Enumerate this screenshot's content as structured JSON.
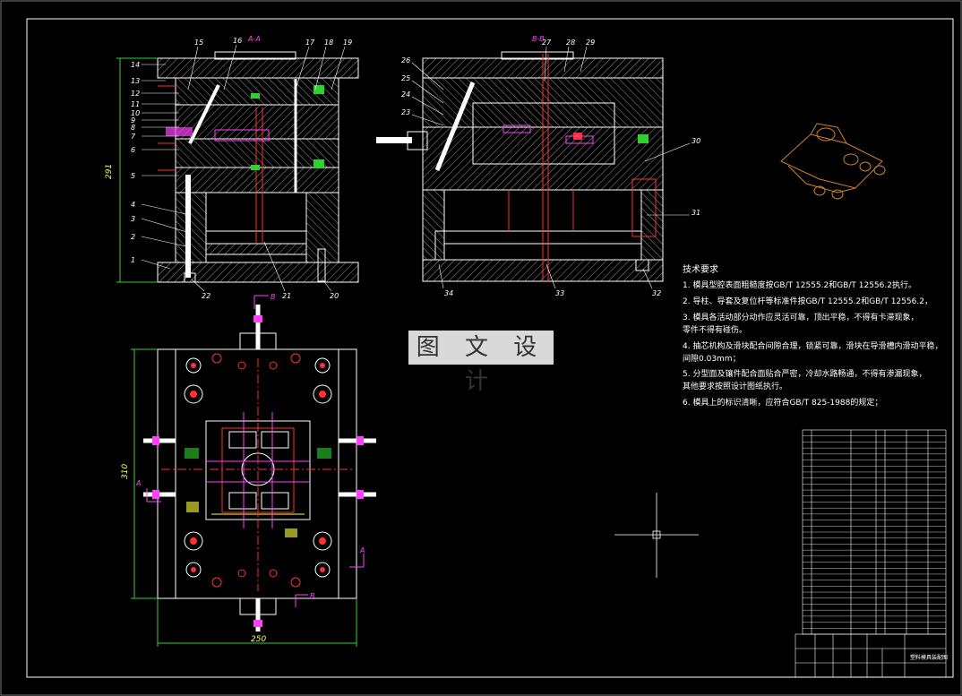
{
  "watermark": "图 文 设 计",
  "section_labels": {
    "a": "A-A",
    "b": "B-B"
  },
  "dimensions": {
    "height_left": "291",
    "height_plan": "310",
    "width_plan": "250"
  },
  "view_a_part_numbers": [
    "14",
    "13",
    "12",
    "11",
    "10",
    "9",
    "8",
    "7",
    "6",
    "5",
    "4",
    "3",
    "2",
    "1"
  ],
  "view_a_top_numbers": [
    "15",
    "16",
    "17",
    "18",
    "19"
  ],
  "view_a_bottom_numbers": [
    "22",
    "21",
    "20"
  ],
  "view_b_left_numbers": [
    "26",
    "25",
    "24",
    "23"
  ],
  "view_b_top_numbers": [
    "27",
    "28",
    "29"
  ],
  "view_b_right_numbers": [
    "30",
    "31"
  ],
  "view_b_bottom_numbers": [
    "34",
    "33",
    "32"
  ],
  "cut_markers": {
    "a": "A",
    "b": "B"
  },
  "tech_requirements": {
    "title": "技术要求",
    "items": [
      "1. 模具型腔表面粗糙度按GB/T 12555.2和GB/T 12556.2执行。",
      "2. 导柱、导套及复位杆等标准件按GB/T 12555.2和GB/T 12556.2，",
      "3. 模具各活动部分动作应灵活可靠，顶出平稳，不得有卡滞现象，",
      "   零件不得有碰伤。",
      "4. 抽芯机构及滑块配合间隙合理，锁紧可靠，滑块在导滑槽内滑动平稳，",
      "   间隙0.03mm；",
      "5. 分型面及镶件配合面贴合严密，冷却水路畅通，不得有渗漏现象，",
      "   其他要求按照设计图纸执行。",
      "6. 模具上的标识清晰，应符合GB/T 825-1988的规定；"
    ]
  },
  "title_block": {
    "name": "塑料模具装配图"
  },
  "colors": {
    "background": "#000000",
    "line": "#ffffff",
    "hatch": "#c8c8c8",
    "magenta": "#ff40ff",
    "red": "#ff3030",
    "green": "#30d030",
    "yellow": "#ffff40",
    "orange": "#d08030"
  }
}
